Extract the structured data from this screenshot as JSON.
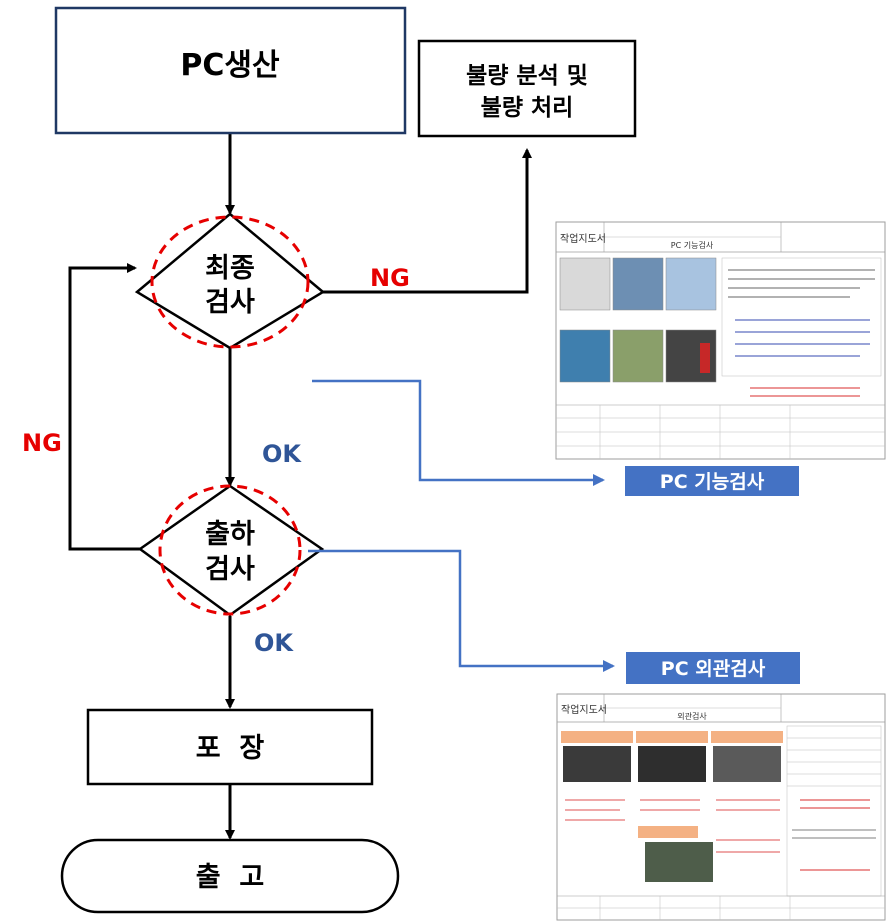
{
  "nodes": {
    "pc_production": "PC생산",
    "defect_analysis_line1": "불량 분석 및",
    "defect_analysis_line2": "불량 처리",
    "final_inspection_line1": "최종",
    "final_inspection_line2": "검사",
    "shipping_inspection_line1": "출하",
    "shipping_inspection_line2": "검사",
    "packaging": "포  장",
    "release": "출  고"
  },
  "edge_labels": {
    "ng_right": "NG",
    "ng_left": "NG",
    "ok_1": "OK",
    "ok_2": "OK"
  },
  "callouts": {
    "functional_test": "PC 기능검사",
    "exterior_test": "PC 외관검사"
  },
  "documents": {
    "doc1_title": "작업지도서",
    "doc1_subtitle": "PC 기능검사",
    "doc2_title": "작업지도서",
    "doc2_subtitle": "외관검사"
  },
  "colors": {
    "line": "#000000",
    "connector": "#4472c4",
    "callout_fill": "#4472c4",
    "highlight": "#e60000",
    "ng_text": "#e60000",
    "ok_text": "#2f5597"
  }
}
